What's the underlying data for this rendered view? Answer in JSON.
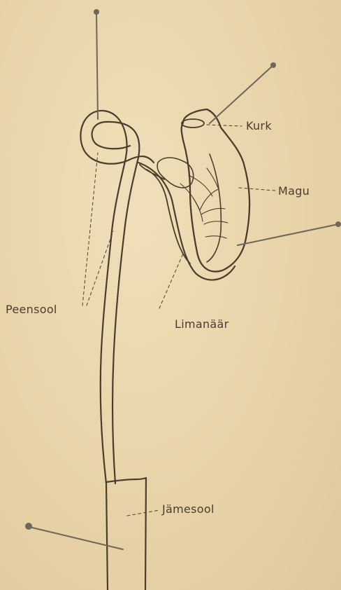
{
  "labels": {
    "kurk": "Kurk",
    "magu": "Magu",
    "peensool": "Peensool",
    "limanaare": "Limanäär",
    "jamesool": "Jämesool"
  },
  "colors": {
    "paper": "#ead6ad",
    "ink": "#4a3d2c",
    "pin": "#6f6558"
  }
}
